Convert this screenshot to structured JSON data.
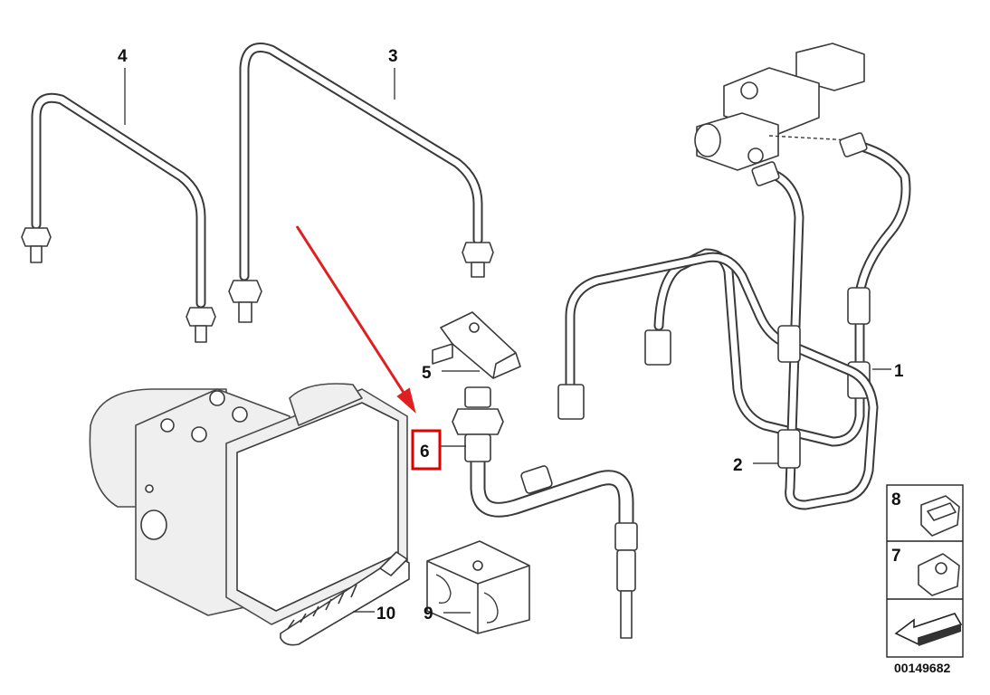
{
  "diagram": {
    "callouts": {
      "c1": "1",
      "c2": "2",
      "c3": "3",
      "c4": "4",
      "c5": "5",
      "c6": "6",
      "c7": "7",
      "c8": "8",
      "c9": "9",
      "c10": "10"
    },
    "highlight": {
      "label": "6",
      "color": "#e00000"
    },
    "arrow_color": "#e02020",
    "legend": {
      "item_top": "8",
      "item_middle": "7"
    },
    "diagram_code": "00149682"
  }
}
